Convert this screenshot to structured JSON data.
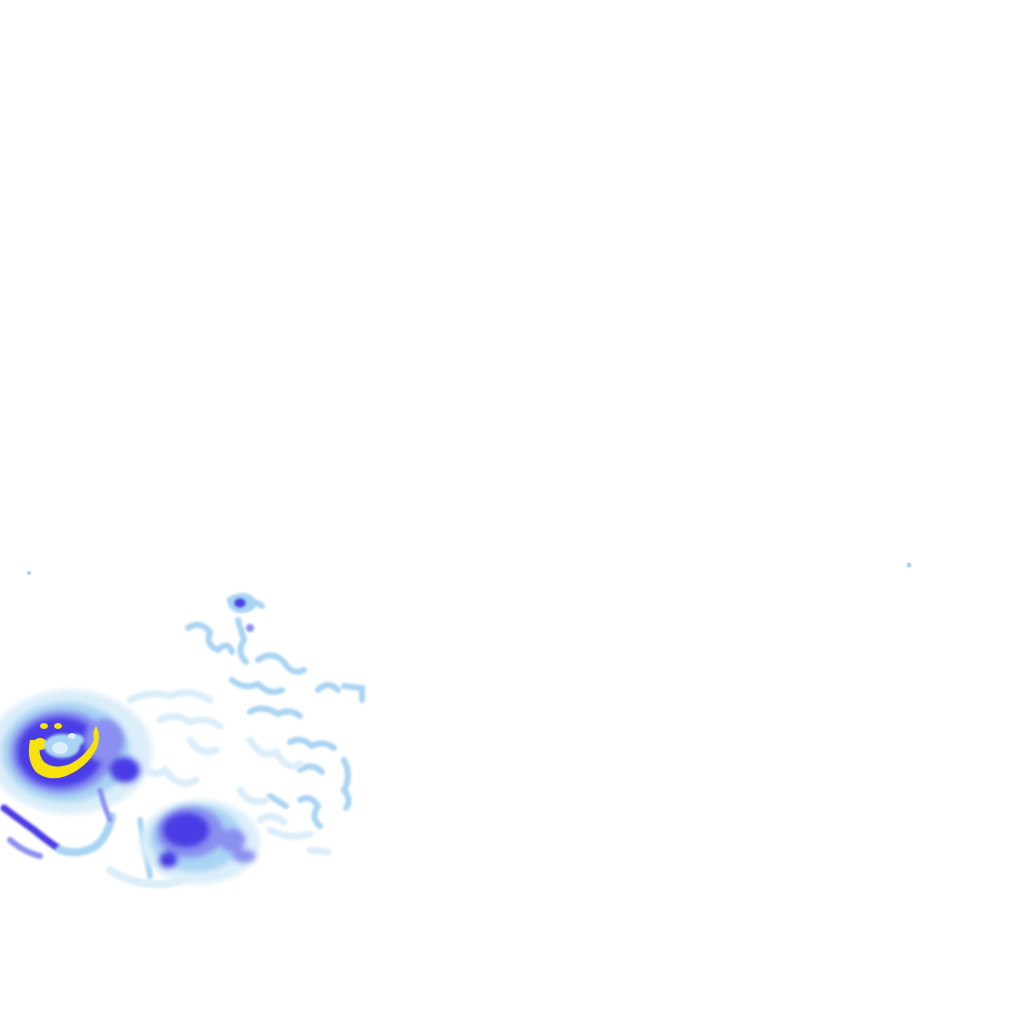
{
  "map": {
    "background_color": "#ffffff",
    "intensity_colors": {
      "faint": "#dbeefa",
      "light": "#a9d4f3",
      "medium": "#8a90f0",
      "strong": "#4b3ce6",
      "peak": "#f7e20d"
    },
    "features": [
      {
        "type": "storm-cell",
        "max_intensity": "peak"
      },
      {
        "type": "storm-cell",
        "max_intensity": "strong"
      },
      {
        "type": "scattered-echo",
        "max_intensity": "medium"
      },
      {
        "type": "scattered-echo",
        "max_intensity": "light"
      }
    ]
  }
}
